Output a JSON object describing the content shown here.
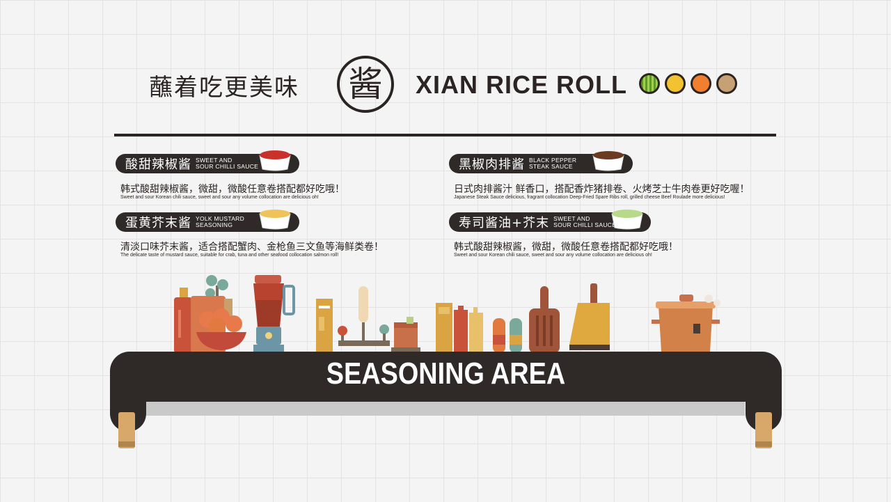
{
  "header": {
    "slogan_cn": "蘸着吃更美味",
    "seal_char": "酱",
    "brand": "XIAN RICE ROLL",
    "dots": [
      "#8dc63f",
      "#f2c230",
      "#f07f2f",
      "#c6a173"
    ]
  },
  "sauces": [
    {
      "name_cn": "酸甜辣椒酱",
      "name_en_1": "SWEET AND",
      "name_en_2": "SOUR CHILLI SAUCE",
      "desc_cn": "韩式酸甜辣椒酱，微甜，微酸任意卷搭配都好吃哦！",
      "desc_en": "Sweet and sour Korean chili sauce, sweet and sour any volume collocation are delicious oh!",
      "sauce_color": "#c9322b"
    },
    {
      "name_cn": "黑椒肉排酱",
      "name_en_1": "BLACK PEPPER",
      "name_en_2": "STEAK SAUCE",
      "desc_cn": "日式肉排酱汁 鲜香口，搭配香炸猪排卷、火烤芝士牛肉卷更好吃喔！",
      "desc_en": "Japanese Steak Sauce delicious, fragrant collocation Deep-Fried Spare Ribs roll, grilled cheese Beef Roulade more delicious!",
      "sauce_color": "#6b3a22"
    },
    {
      "name_cn": "蛋黄芥末酱",
      "name_en_1": "YOLK MUSTARD",
      "name_en_2": "SEASONING",
      "desc_cn": "清淡口味芥末酱，适合搭配蟹肉、金枪鱼三文鱼等海鲜类卷！",
      "desc_en": "The delicate taste of mustard sauce, suitable for crab, tuna and other seafood collocation salmon roll!",
      "sauce_color": "#f0c25a"
    },
    {
      "name_cn": "寿司酱油+芥末",
      "name_en_1": "SWEET AND",
      "name_en_2": "SOUR CHILLI SAUCE",
      "desc_cn": "韩式酸甜辣椒酱，微甜，微酸任意卷搭配都好吃哦！",
      "desc_en": "Sweet and sour Korean chili sauce, sweet and sour any volume collocation are delicious oh!",
      "sauce_color": "#b7d98a"
    }
  ],
  "banner": {
    "title": "SEASONING AREA"
  },
  "colors": {
    "dark": "#2f2a28",
    "background": "#f4f4f4"
  }
}
